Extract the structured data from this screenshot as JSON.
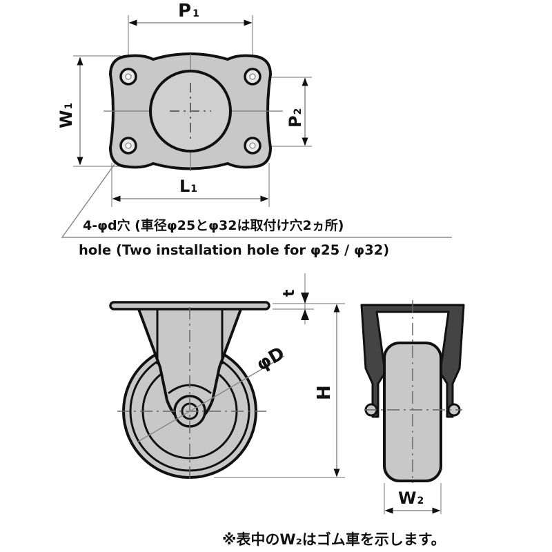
{
  "diagram": {
    "title": "Rigid caster dimension drawing",
    "colors": {
      "outline": "#111111",
      "fill": "#c8c8c8",
      "dim_line": "#8a8a8a",
      "background": "#ffffff"
    },
    "top_view": {
      "labels": {
        "p1": "P",
        "p1_sub": "1",
        "p2": "P",
        "p2_sub": "2",
        "w1": "W",
        "w1_sub": "1",
        "l1": "L",
        "l1_sub": "1"
      }
    },
    "hole_note": {
      "line1": "4-φd穴 (車径φ25とφ32は取付け穴2ヵ所)",
      "line2": "hole (Two installation hole for φ25 / φ32)"
    },
    "side_view": {
      "labels": {
        "t": "t",
        "diameter": "φD",
        "height": "H"
      }
    },
    "front_view": {
      "labels": {
        "w2": "W",
        "w2_sub": "2"
      }
    },
    "footnote": "※表中のW₂はゴム車を示します。"
  }
}
